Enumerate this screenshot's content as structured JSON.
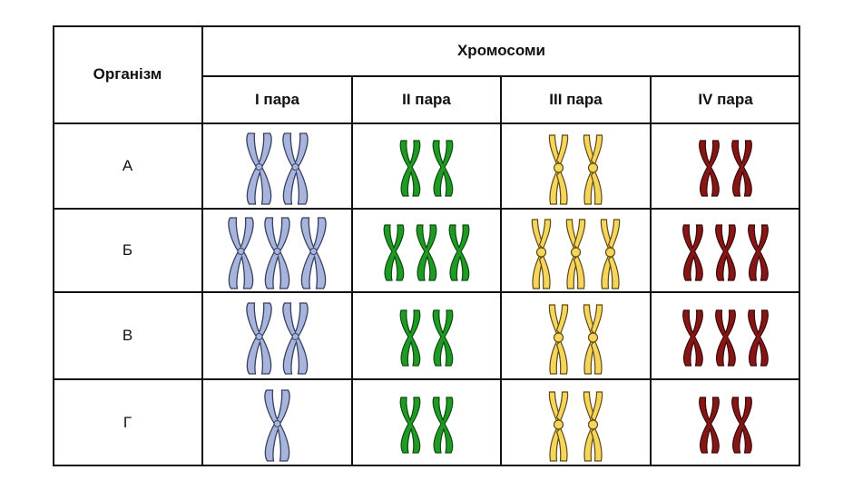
{
  "table": {
    "organism_header": "Організм",
    "chromosomes_header": "Хромосоми",
    "pairs": [
      "I пара",
      "II пара",
      "III пара",
      "IV пара"
    ],
    "pair_colors": [
      {
        "fill": "#a8b4dc",
        "stroke": "#34405e",
        "shape": "tall-x"
      },
      {
        "fill": "#1f9a25",
        "stroke": "#0b4a0e",
        "shape": "short-x"
      },
      {
        "fill": "#f6d55c",
        "stroke": "#5e4a12",
        "shape": "y-centromere"
      },
      {
        "fill": "#861616",
        "stroke": "#3a0606",
        "shape": "short-x"
      }
    ],
    "rows": [
      {
        "label": "А",
        "counts": [
          2,
          2,
          2,
          2
        ]
      },
      {
        "label": "Б",
        "counts": [
          3,
          3,
          3,
          3
        ]
      },
      {
        "label": "В",
        "counts": [
          2,
          2,
          2,
          3
        ]
      },
      {
        "label": "Г",
        "counts": [
          1,
          2,
          2,
          2
        ]
      }
    ]
  }
}
